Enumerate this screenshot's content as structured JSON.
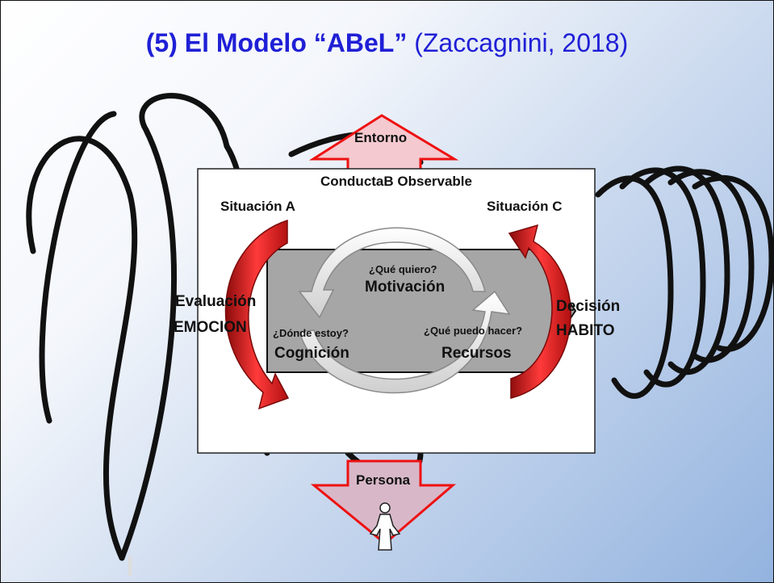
{
  "slide": {
    "title_bold": "(5) El Modelo “ABeL”",
    "title_rest": " (Zaccagnini, 2018)"
  },
  "diagram": {
    "entorno": "Entorno",
    "conducta": "ConductaB Observable",
    "situacion_a": "Situación A",
    "situacion_c": "Situación C",
    "evaluacion": "Evaluación",
    "emocion": "EMOCION",
    "decision": "Decisión",
    "habito": "HABITO",
    "que_quiero": "¿Qué quiero?",
    "motivacion": "Motivación",
    "donde_estoy": "¿Dónde estoy?",
    "cognicion": "Cognición",
    "que_puedo": "¿Qué puedo hacer?",
    "recursos": "Recursos",
    "persona": "Persona"
  },
  "colors": {
    "title": "#1f1fd6",
    "arrow_red": "#e02020",
    "arrow_outline": "#c81010",
    "box_gray": "#a6a6a6",
    "spring": "#111111"
  },
  "icons": [
    "woman-silhouette-icon",
    "spring-coil-icon"
  ]
}
